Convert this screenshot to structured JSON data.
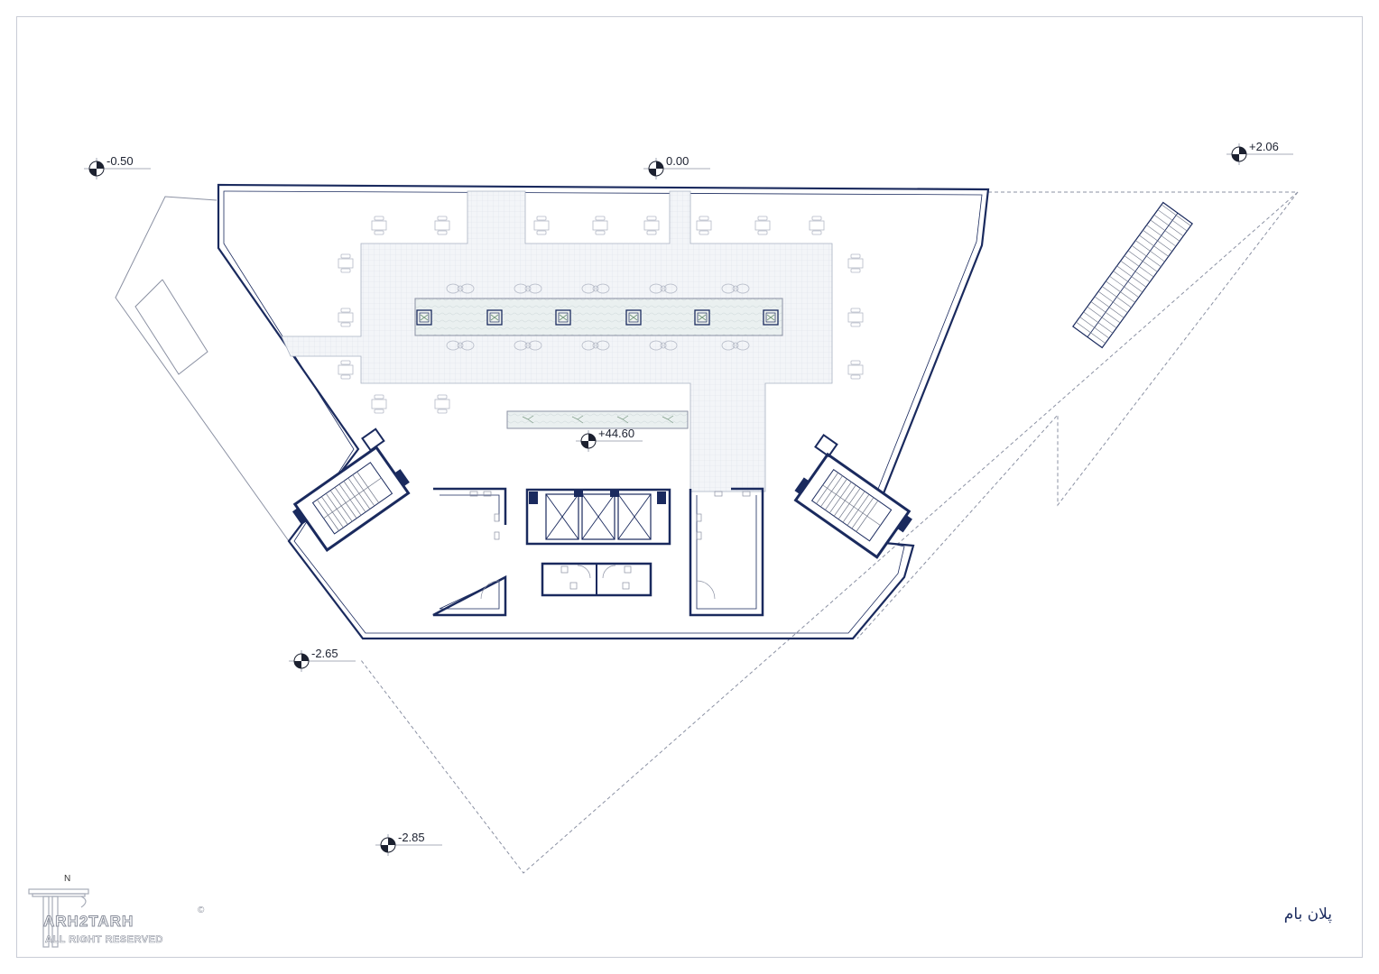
{
  "drawing": {
    "title": "پلان بام",
    "levels": [
      {
        "id": "level-minus-050",
        "text": "-0.50"
      },
      {
        "id": "level-000",
        "text": "0.00"
      },
      {
        "id": "level-plus-206",
        "text": "+2.06"
      },
      {
        "id": "level-plus-4460",
        "text": "+44.60"
      },
      {
        "id": "level-minus-265",
        "text": "-2.65"
      },
      {
        "id": "level-minus-285",
        "text": "-2.85"
      }
    ]
  },
  "logo": {
    "name": "ARH2TARH",
    "rights": "ALL RIGHT RESERVED",
    "north": "N",
    "copyright": "©"
  },
  "colors": {
    "wall": "#1a2a5e",
    "line": "#8b91a3",
    "pattern": "#dfe4ec",
    "paper": "#ffffff"
  }
}
